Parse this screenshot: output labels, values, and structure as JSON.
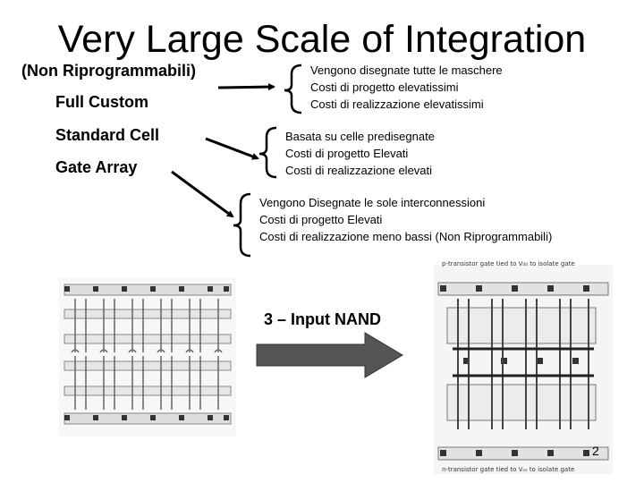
{
  "title": "Very Large Scale of Integration",
  "subtitle": "(Non Riprogrammabili)",
  "categories": [
    {
      "label": "Full Custom",
      "lines": [
        "Vengono disegnate tutte le maschere",
        "Costi di progetto elevatissimi",
        "Costi di realizzazione elevatissimi"
      ]
    },
    {
      "label": "Standard Cell",
      "lines": [
        "Basata su celle predisegnate",
        "Costi di progetto Elevati",
        "Costi di realizzazione elevati"
      ]
    },
    {
      "label": "Gate Array",
      "lines": [
        "Vengono Disegnate le sole interconnessioni",
        "Costi di progetto Elevati",
        "Costi di realizzazione meno bassi (Non Riprogrammabili)"
      ]
    }
  ],
  "nand_label": "3 – Input NAND",
  "caption_top": "p-transistor gate tied to V₀₀ to isolate gate",
  "caption_bottom": "n-transistor gate tied to Vₛₛ to isolate gate",
  "page_number": "2",
  "colors": {
    "arrow": "#555555",
    "line": "#000000",
    "bracket": "#000000"
  }
}
